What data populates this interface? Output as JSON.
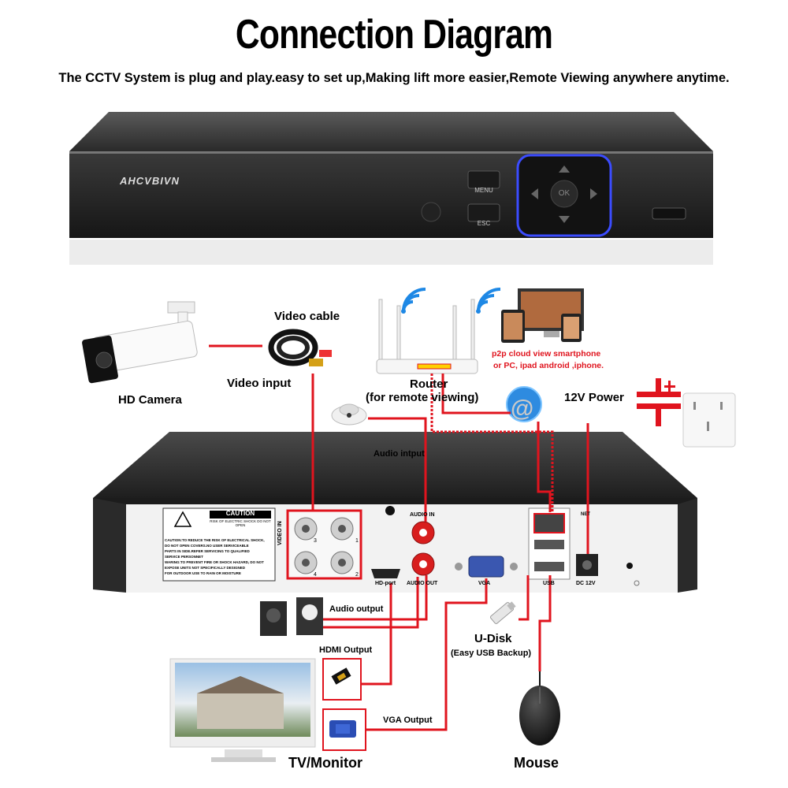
{
  "header": {
    "title": "Connection Diagram",
    "subtitle": "The CCTV System is plug and play.easy to set up,Making lift more easier,Remote Viewing anywhere anytime."
  },
  "dvr_front": {
    "brand": "AHCVBIVN",
    "menu_label": "MENU",
    "esc_label": "ESC",
    "ok_label": "OK"
  },
  "labels": {
    "video_cable": "Video cable",
    "hd_camera": "HD Camera",
    "video_input": "Video input",
    "router": "Router",
    "router_note": "(for remote viewing)",
    "p2p_line1": "p2p cloud  view smartphone",
    "p2p_line2": "or PC, ipad android ,iphone.",
    "power_12v": "12V Power",
    "audio_input": "Audio intput",
    "audio_output": "Audio output",
    "hdmi_output": "HDMI Output",
    "vga_output": "VGA Output",
    "u_disk": "U-Disk",
    "u_disk_note": "(Easy USB Backup)",
    "tv_monitor": "TV/Monitor",
    "mouse": "Mouse"
  },
  "dvr_rear": {
    "caution_title": "CAUTION",
    "caution_sub": "RISK OF ELECTRIC SHOCK DO NOT OPEN",
    "caution_text": [
      "CAUTION:TO REDUCE THE RISK OF ELECTRICAL SHOCK,",
      "DO NOT OPEN COVERS.NO USER SERVICEABLE",
      "PARTS IN SIDE.REFER SERVICING TO QUALIFIED",
      "SERVICE PERSONNET",
      "WARING:TO PREVENT FIRE OR SHOCK HAZARD, DO NOT",
      "EXPOSE UNITS NOT SPECIFICALLY DESIGNED",
      "FOR OUTDOOR USE TO RAIN OR MOISTURE"
    ],
    "video_in": "VIDEO IN",
    "ch_numbers": [
      "3",
      "1",
      "4",
      "2"
    ],
    "audio_in": "AUDIO IN",
    "audio_out": "AUDIO OUT",
    "hd_port": "HD-port",
    "vga": "VGA",
    "usb": "USB",
    "net": "NET",
    "dc12v": "DC 12V"
  },
  "colors": {
    "wire": "#e0141e",
    "dvr_body": "#2b2b2b",
    "panel": "#f2f2f2",
    "wifi": "#1e88e5"
  }
}
